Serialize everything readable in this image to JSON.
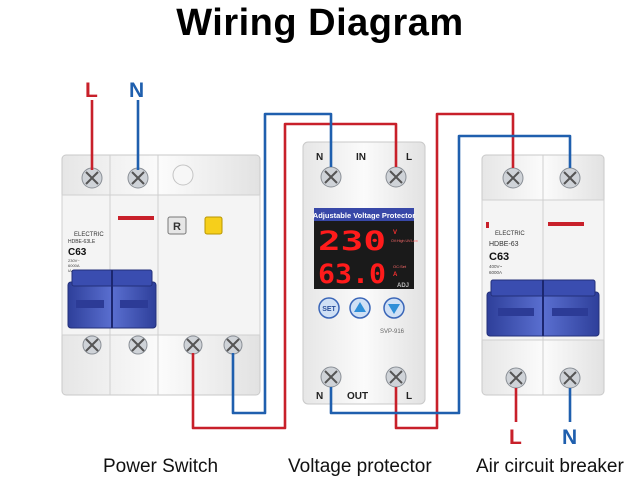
{
  "title": "Wiring Diagram",
  "colors": {
    "live": "#c8202a",
    "neutral": "#1f5fae",
    "display": "#ff1b1b",
    "brand_blue": "#3848a8"
  },
  "labels": {
    "live": "L",
    "neutral": "N"
  },
  "power_switch": {
    "brand": "ELECTRIC",
    "model": "HDBE-63LE",
    "rating": "C63",
    "spec_line1": "230V~",
    "spec_line2": "6000A",
    "spec_line3": "IΔn 30mA",
    "test_button": "R",
    "caption": "Power Switch"
  },
  "voltage_protector": {
    "terminal_top_left": "N",
    "terminal_top_mid": "IN",
    "terminal_top_right": "L",
    "title_plate": "Adjustable Voltage Protector",
    "display_voltage": "230",
    "display_current": "63.0",
    "unit_v": "V",
    "unit_a": "A",
    "note_top": "OV:High UV:Low",
    "note_bottom": "OC:Set",
    "brand_code": "ADJ",
    "model": "SVP-916",
    "btn_set": "SET",
    "terminal_bottom_left": "N",
    "terminal_bottom_mid": "OUT",
    "terminal_bottom_right": "L",
    "caption": "Voltage protector"
  },
  "air_breaker": {
    "brand": "ELECTRIC",
    "model": "HDBE-63",
    "rating": "C63",
    "spec_line1": "400V~",
    "spec_line2": "6000A",
    "caption": "Air circuit breaker"
  }
}
